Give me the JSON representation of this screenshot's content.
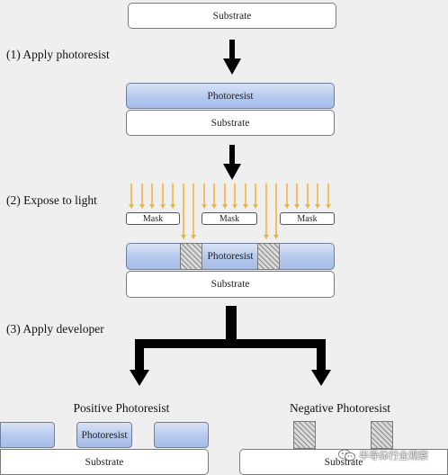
{
  "top": {
    "substrate_label": "Substrate"
  },
  "steps": [
    {
      "label": "(1) Apply photoresist"
    },
    {
      "label": "(2) Expose to light"
    },
    {
      "label": "(3) Apply developer"
    }
  ],
  "stage1": {
    "photoresist_label": "Photoresist",
    "substrate_label": "Substrate"
  },
  "stage2": {
    "mask_labels": [
      "Mask",
      "Mask",
      "Mask"
    ],
    "photoresist_label": "Photoresist",
    "substrate_label": "Substrate"
  },
  "results": {
    "positive": {
      "heading": "Positive Photoresist",
      "photoresist_label": "Photoresist",
      "substrate_label": "Substrate"
    },
    "negative": {
      "heading": "Negative Photoresist",
      "substrate_label": "Substrate"
    }
  },
  "watermark": {
    "text": "半导体行业观察",
    "icon": "wechat-icon"
  },
  "colors": {
    "photoresist": "#b5c8ee",
    "light_arrows": "#f0b33a",
    "arrows": "#000000"
  }
}
